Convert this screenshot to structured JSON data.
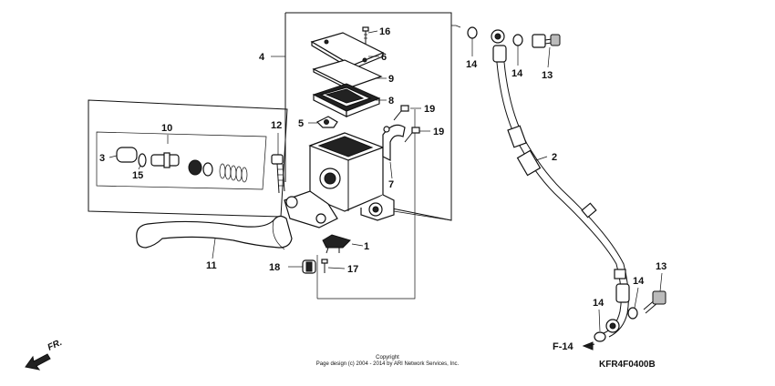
{
  "callouts": {
    "p1": "1",
    "p2": "2",
    "p3": "3",
    "p4": "4",
    "p5": "5",
    "p6": "6",
    "p7": "7",
    "p8": "8",
    "p9": "9",
    "p10": "10",
    "p11": "11",
    "p12": "12",
    "p13a": "13",
    "p13b": "13",
    "p14a": "14",
    "p14b": "14",
    "p14c": "14",
    "p14d": "14",
    "p15": "15",
    "p16": "16",
    "p17": "17",
    "p18": "18",
    "p19a": "19",
    "p19b": "19"
  },
  "reference": "F-14",
  "direction_label": "FR.",
  "diagram_code": "KFR4F0400B",
  "copyright": {
    "line1": "Copyright",
    "line2": "Page design (c) 2004 - 2014 by ARI Network Services, Inc."
  }
}
